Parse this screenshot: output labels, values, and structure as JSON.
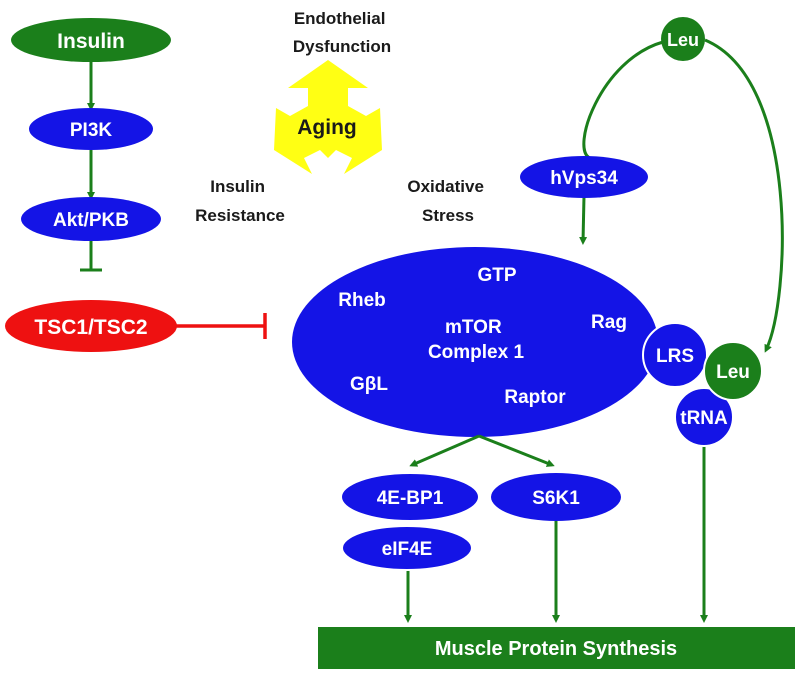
{
  "colors": {
    "green": "#1b7f1b",
    "blue": "#1414e6",
    "red": "#ee1111",
    "yellow": "#ffff14",
    "text_light": "#ffffff",
    "text_dark": "#1a1a1a"
  },
  "nodes": {
    "insulin": "Insulin",
    "pi3k": "PI3K",
    "akt": "Akt/PKB",
    "tsc": "TSC1/TSC2",
    "leu_top": "Leu",
    "hvps34": "hVps34",
    "leu_right": "Leu",
    "lrs": "LRS",
    "trna": "tRNA",
    "eif4ebp1": "4E-BP1",
    "eif4e": "eIF4E",
    "s6k1": "S6K1",
    "output": "Muscle Protein Synthesis"
  },
  "aging": {
    "center": "Aging",
    "top_line1": "Endothelial",
    "top_line2": "Dysfunction",
    "left_line1": "Insulin",
    "left_line2": "Resistance",
    "right_line1": "Oxidative",
    "right_line2": "Stress"
  },
  "complex": {
    "gtp": "GTP",
    "rheb": "Rheb",
    "rag": "Rag",
    "mtor_line1": "mTOR",
    "mtor_line2": "Complex 1",
    "gbl": "GβL",
    "raptor": "Raptor"
  }
}
